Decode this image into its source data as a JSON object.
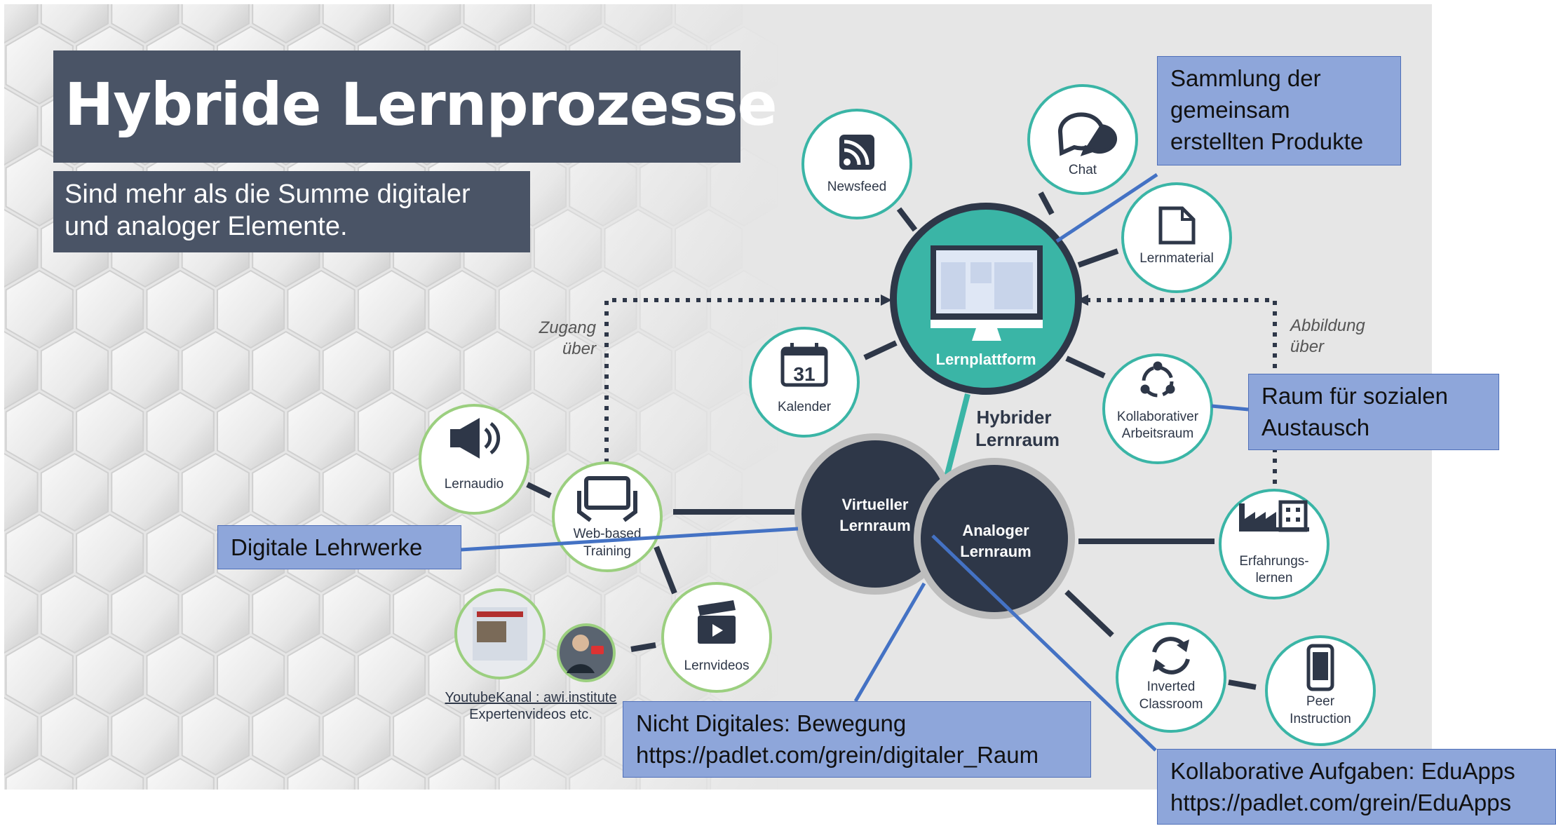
{
  "slide": {
    "title": "Hybride Lernprozesse",
    "subtitle_line1": "Sind mehr als die Summe digitaler",
    "subtitle_line2": "und analoger Elemente."
  },
  "diagram": {
    "center_label": "Lernplattform",
    "hybrid_label_line1": "Hybrider",
    "hybrid_label_line2": "Lernraum",
    "virtual_line1": "Virtueller",
    "virtual_line2": "Lernraum",
    "analog_line1": "Analoger",
    "analog_line2": "Lernraum",
    "newsfeed": "Newsfeed",
    "chat": "Chat",
    "lernmaterial": "Lernmaterial",
    "kalender": "Kalender",
    "kalender_day": "31",
    "kollab_line1": "Kollaborativer",
    "kollab_line2": "Arbeitsraum",
    "erfahrung_line1": "Erfahrungs-",
    "erfahrung_line2": "lernen",
    "inverted_line1": "Inverted",
    "inverted_line2": "Classroom",
    "peer_line1": "Peer",
    "peer_line2": "Instruction",
    "lernaudio": "Lernaudio",
    "wbt_line1": "Web-based",
    "wbt_line2": "Training",
    "lernvideos": "Lernvideos",
    "youtube_line1": "YoutubeKanal : awi.institute",
    "youtube_line2": "Expertenvideos etc.",
    "zugang_line1": "Zugang",
    "zugang_line2": "über",
    "abbildung_line1": "Abbildung",
    "abbildung_line2": "über"
  },
  "notes": {
    "sammlung_line1": "Sammlung der",
    "sammlung_line2": "gemeinsam",
    "sammlung_line3": "erstellten Produkte",
    "raum_line1": "Raum für sozialen",
    "raum_line2": "Austausch",
    "digitale": "Digitale Lehrwerke",
    "nicht_line1": "Nicht Digitales: Bewegung",
    "nicht_line2": "https://padlet.com/grein/digitaler_Raum",
    "kollab_line1": "Kollaborative Aufgaben: EduApps",
    "kollab_line2": "https://padlet.com/grein/EduApps"
  },
  "colors": {
    "teal": "#3ab5a6",
    "dark_navy": "#2e3748",
    "green_ring": "#9bcf7f",
    "note_fill": "#8ea6da",
    "connector_blue": "#4472c4"
  }
}
